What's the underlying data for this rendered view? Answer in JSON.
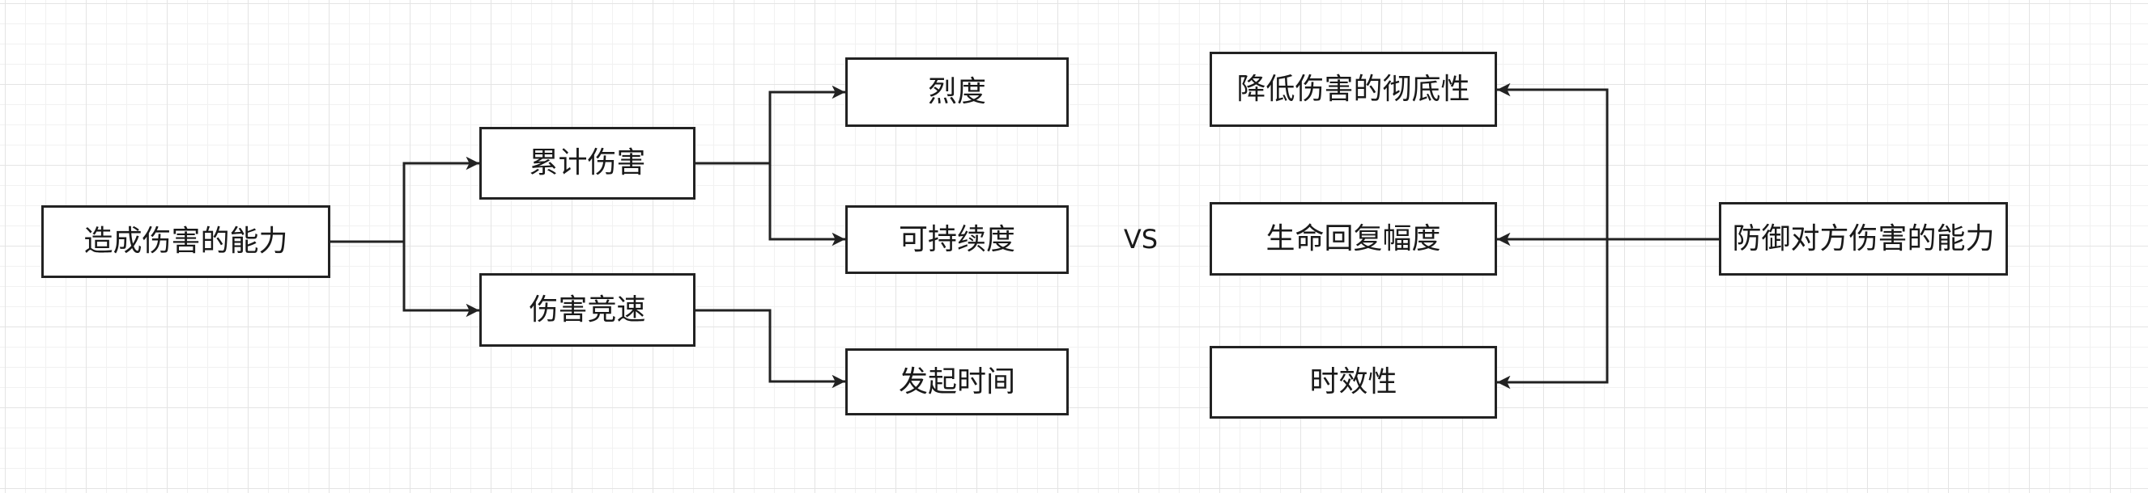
{
  "diagram": {
    "attacker": {
      "root": "造成伤害的能力",
      "cumulative_damage": "累计伤害",
      "damage_race": "伤害竞速",
      "intensity": "烈度",
      "sustainability": "可持续度",
      "onset_time": "发起时间"
    },
    "versus": "VS",
    "defender": {
      "root": "防御对方伤害的能力",
      "mitigation_thoroughness": "降低伤害的彻底性",
      "heal_amplitude": "生命回复幅度",
      "timeliness": "时效性"
    }
  },
  "colors": {
    "stroke": "#222222",
    "fill": "#ffffff",
    "text": "#1a1a1a",
    "grid_minor": "#f1f1f1",
    "grid_major": "#e4e4e4",
    "background": "#ffffff"
  }
}
